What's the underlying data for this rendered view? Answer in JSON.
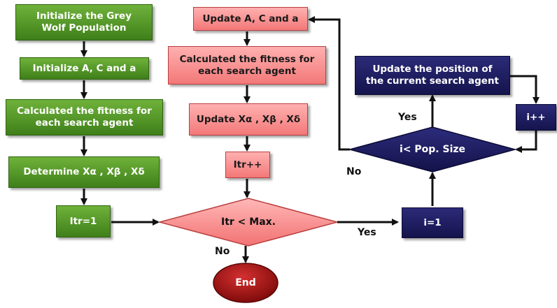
{
  "nodes": {
    "init_population": "Initialize the Grey\nWolf Population",
    "init_aca": "Initialize A, C and a",
    "calc_fitness_left": "Calculated the fitness for\neach search agent",
    "determine_x": "Determine Xα , Xβ , Xδ",
    "itr_init": "Itr=1",
    "update_aca": "Update A, C and a",
    "calc_fitness_mid": "Calculated the fitness for\neach search agent",
    "update_x": "Update Xα , Xβ , Xδ",
    "itr_inc": "Itr++",
    "itr_check": "Itr  <  Max.",
    "end": "End",
    "i_init": "i=1",
    "pop_check": "i< Pop. Size",
    "update_position": "Update the position of\nthe current search agent",
    "i_inc": "i++"
  },
  "edge_labels": {
    "itr_no": "No",
    "itr_yes": "Yes",
    "pop_yes": "Yes",
    "pop_no": "No"
  },
  "colors": {
    "green": "#4a8c22",
    "red": "#f59090",
    "navy": "#1e1d63",
    "end": "#a01010"
  }
}
